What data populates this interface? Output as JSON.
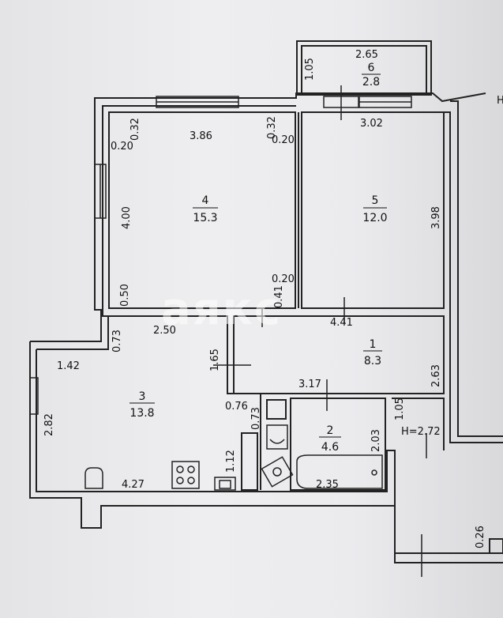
{
  "watermark": "аякс",
  "rooms": [
    {
      "number": "1",
      "area": "8.3"
    },
    {
      "number": "2",
      "area": "4.6"
    },
    {
      "number": "3",
      "area": "13.8"
    },
    {
      "number": "4",
      "area": "15.3"
    },
    {
      "number": "5",
      "area": "12.0"
    },
    {
      "number": "6",
      "area": "2.8"
    }
  ],
  "dimensions": [
    "2.65",
    "1.05",
    "3.86",
    "0.32",
    "0.32",
    "0.20",
    "0.20",
    "3.02",
    "4.00",
    "3.98",
    "0.50",
    "0.20",
    "0.41",
    "0.73",
    "2.50",
    "4.41",
    "1.42",
    "1.65",
    "2.63",
    "3.17",
    "2.82",
    "0.76",
    "0.73",
    "1.05",
    "2.03",
    "1.12",
    "4.27",
    "2.35",
    "0.26"
  ],
  "ceiling_height": "H=2.72",
  "edge_marker": "H"
}
